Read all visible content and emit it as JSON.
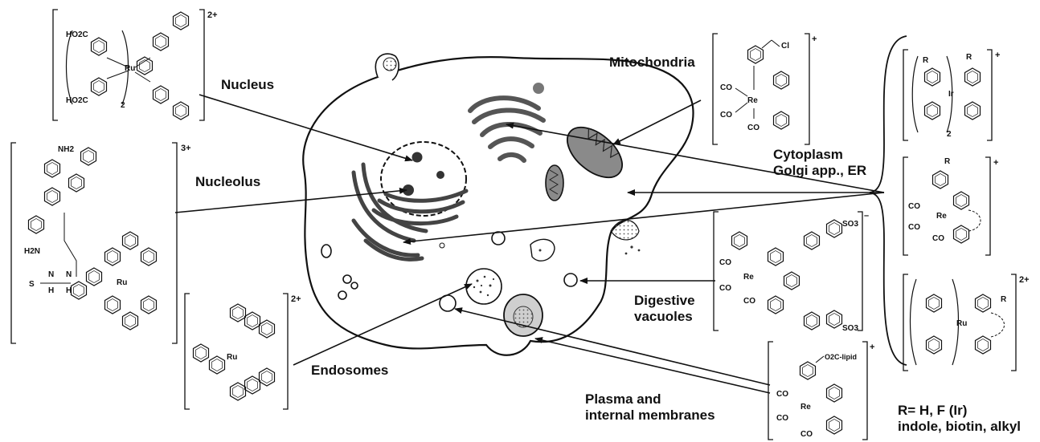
{
  "labels": {
    "nucleus": "Nucleus",
    "nucleolus": "Nucleolus",
    "mitochondria": "Mitochondria",
    "cytoplasm": "Cytoplasm",
    "golgi_er": "Golgi app., ER",
    "digestive_1": "Digestive",
    "digestive_2": "vacuoles",
    "endosomes": "Endosomes",
    "plasma_1": "Plasma and",
    "plasma_2": "internal membranes",
    "r_def_1": "R= H, F (Ir)",
    "r_def_2": "indole, biotin, alkyl"
  },
  "molecules": {
    "ru_dicarboxy": {
      "charge": "2+",
      "metal": "Ru",
      "groups": [
        "HO2C",
        "HO2C"
      ],
      "subscript": "2"
    },
    "ru_ethidium": {
      "charge": "3+",
      "metal": "Ru",
      "groups": [
        "NH2",
        "H2N",
        "S",
        "N",
        "H",
        "N",
        "H"
      ]
    },
    "ru_phen": {
      "charge": "2+",
      "metal": "Ru"
    },
    "re_chloromethyl": {
      "charge": "+",
      "metal": "Re",
      "groups": [
        "Cl",
        "CO",
        "CO",
        "CO"
      ]
    },
    "re_sulfonate": {
      "charge": "–",
      "metal": "Re",
      "groups": [
        "SO3",
        "SO3",
        "CO",
        "CO",
        "CO"
      ]
    },
    "re_lipid": {
      "charge": "+",
      "metal": "Re",
      "groups": [
        "O2C-lipid",
        "CO",
        "CO",
        "CO"
      ]
    },
    "ir_complex": {
      "charge": "+",
      "metal": "Ir",
      "groups": [
        "R",
        "R"
      ],
      "subscript": "2"
    },
    "re_generic": {
      "charge": "+",
      "metal": "Re",
      "groups": [
        "R",
        "CO",
        "CO",
        "CO"
      ]
    },
    "ru_generic": {
      "charge": "2+",
      "metal": "Ru",
      "groups": [
        "R"
      ]
    }
  },
  "colors": {
    "ink": "#111111",
    "organelle_fill": "#6a6a6a",
    "organelle_dark": "#3a3a3a",
    "light_fill": "#d9d9d9"
  }
}
